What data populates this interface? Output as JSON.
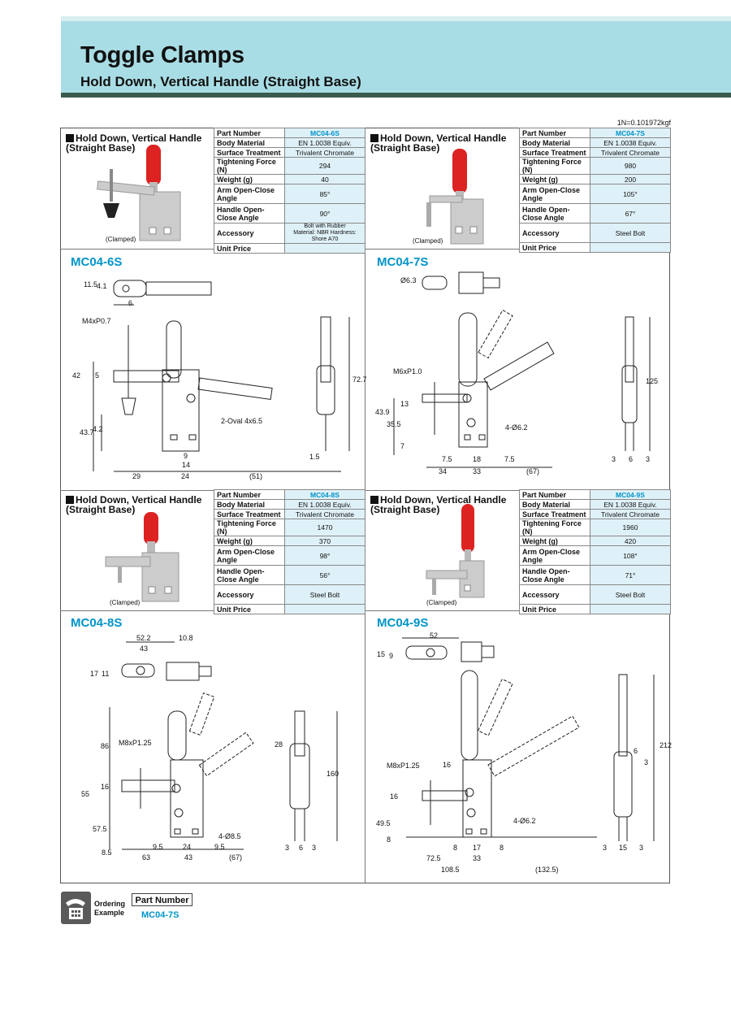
{
  "header": {
    "title": "Toggle Clamps",
    "subtitle": "Hold Down, Vertical Handle (Straight Base)"
  },
  "unit_note": "1N=0.101972kgf",
  "spec_labels": {
    "part_number": "Part Number",
    "body_material": "Body Material",
    "surface_treatment": "Surface Treatment",
    "tightening_force": "Tightening Force (N)",
    "weight": "Weight (g)",
    "arm_open_close": "Arm Open-Close Angle",
    "handle_open_close": "Handle Open-Close Angle",
    "accessory": "Accessory",
    "unit_price": "Unit Price"
  },
  "product_title": "Hold Down, Vertical Handle (Straight Base)",
  "clamped_label": "(Clamped)",
  "products": [
    {
      "part_number": "MC04-6S",
      "body_material": "EN 1.0038 Equiv.",
      "surface_treatment": "Trivalent Chromate",
      "tightening_force": "294",
      "weight": "40",
      "arm_open_close": "85°",
      "handle_open_close": "90°",
      "accessory_line1": "Bolt with Rubber",
      "accessory_line2": "Material: NBR Hardness: Shore A70",
      "unit_price": "",
      "drawing": {
        "thread": "M4xP0.7",
        "slot": "2-Oval 4x6.5",
        "dims": [
          "11.5",
          "4.1",
          "6",
          "42",
          "5",
          "72.7",
          "43.7",
          "4.2",
          "9",
          "14",
          "29",
          "24",
          "(51)",
          "1.5"
        ]
      }
    },
    {
      "part_number": "MC04-7S",
      "body_material": "EN 1.0038 Equiv.",
      "surface_treatment": "Trivalent Chromate",
      "tightening_force": "980",
      "weight": "200",
      "arm_open_close": "105°",
      "handle_open_close": "67°",
      "accessory_line1": "Steel Bolt",
      "accessory_line2": "",
      "unit_price": "",
      "drawing": {
        "thread": "M6xP1.0",
        "hole": "4-Ø6.2",
        "dims": [
          "Ø6.3",
          "125",
          "43.9",
          "13",
          "35.5",
          "7",
          "7.5",
          "18",
          "7.5",
          "34",
          "33",
          "(67)",
          "3",
          "6",
          "3"
        ]
      }
    },
    {
      "part_number": "MC04-8S",
      "body_material": "EN 1.0038 Equiv.",
      "surface_treatment": "Trivalent Chromate",
      "tightening_force": "1470",
      "weight": "370",
      "arm_open_close": "98°",
      "handle_open_close": "56°",
      "accessory_line1": "Steel Bolt",
      "accessory_line2": "",
      "unit_price": "",
      "drawing": {
        "thread": "M8xP1.25",
        "hole": "4-Ø8.5",
        "dims": [
          "52.2",
          "10.8",
          "43",
          "17",
          "11",
          "28",
          "86",
          "160",
          "16",
          "55",
          "57.5",
          "8.5",
          "9.5",
          "24",
          "9.5",
          "63",
          "43",
          "(67)",
          "3",
          "6",
          "3"
        ]
      }
    },
    {
      "part_number": "MC04-9S",
      "body_material": "EN 1.0038 Equiv.",
      "surface_treatment": "Trivalent Chromate",
      "tightening_force": "1960",
      "weight": "420",
      "arm_open_close": "108°",
      "handle_open_close": "71°",
      "accessory_line1": "Steel Bolt",
      "accessory_line2": "",
      "unit_price": "",
      "drawing": {
        "thread": "M8xP1.25",
        "hole": "4-Ø6.2",
        "dims": [
          "52",
          "15",
          "9",
          "212",
          "6",
          "3",
          "16",
          "16",
          "49.5",
          "8",
          "8",
          "17",
          "8",
          "72.5",
          "33",
          "108.5",
          "(132.5)",
          "3",
          "15",
          "3"
        ]
      }
    }
  ],
  "ordering": {
    "label_line1": "Ordering",
    "label_line2": "Example",
    "header": "Part Number",
    "example": "MC04-7S"
  }
}
